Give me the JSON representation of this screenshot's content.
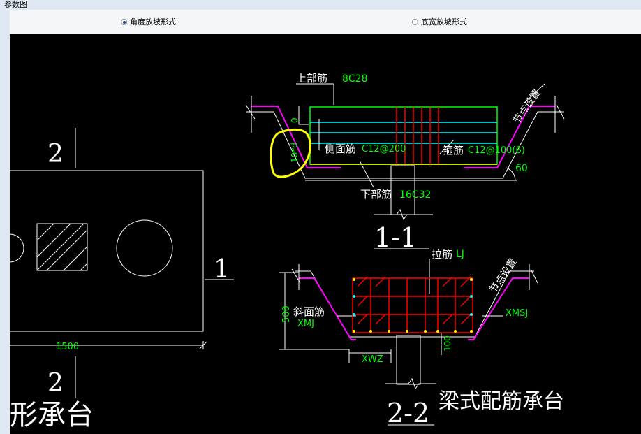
{
  "window": {
    "title": "参数图"
  },
  "options": {
    "radio1": "角度放坡形式",
    "radio2": "底宽放坡形式",
    "selected": "radio1"
  },
  "left_view": {
    "sec_top": "2",
    "sec_bottom": "2",
    "sec_right": "1",
    "dim": "1500",
    "caption": "形承台"
  },
  "section_1": {
    "top_bar_label": "上部筋",
    "top_bar_value": "8C28",
    "side_label": "侧面筋",
    "side_value": "C12@200",
    "stirrup_label": "箍筋",
    "stirrup_value": "C12@100(6)",
    "bottom_label": "下部筋",
    "bottom_value": "16C32",
    "node_setting": "节点设置",
    "angle": "60",
    "dim_zero": "0",
    "dim_10d": "10*d",
    "title": "1-1"
  },
  "section_2": {
    "tie_label": "拉筋",
    "tie_value": "LJ",
    "node_setting": "节点设置",
    "slope_label": "斜面筋",
    "slope_value": "XMJ",
    "xmsj": "XMSJ",
    "xwz": "XWZ",
    "dim_500": "500",
    "dim_100": "100",
    "title": "2-2"
  },
  "caption_right": "梁式配筋承台",
  "colors": {
    "bg": "#000000",
    "white": "#ffffff",
    "green": "#00ff00",
    "cyan": "#00ffff",
    "magenta": "#ff00ff",
    "red": "#ff0000",
    "yellow": "#ffff00"
  }
}
